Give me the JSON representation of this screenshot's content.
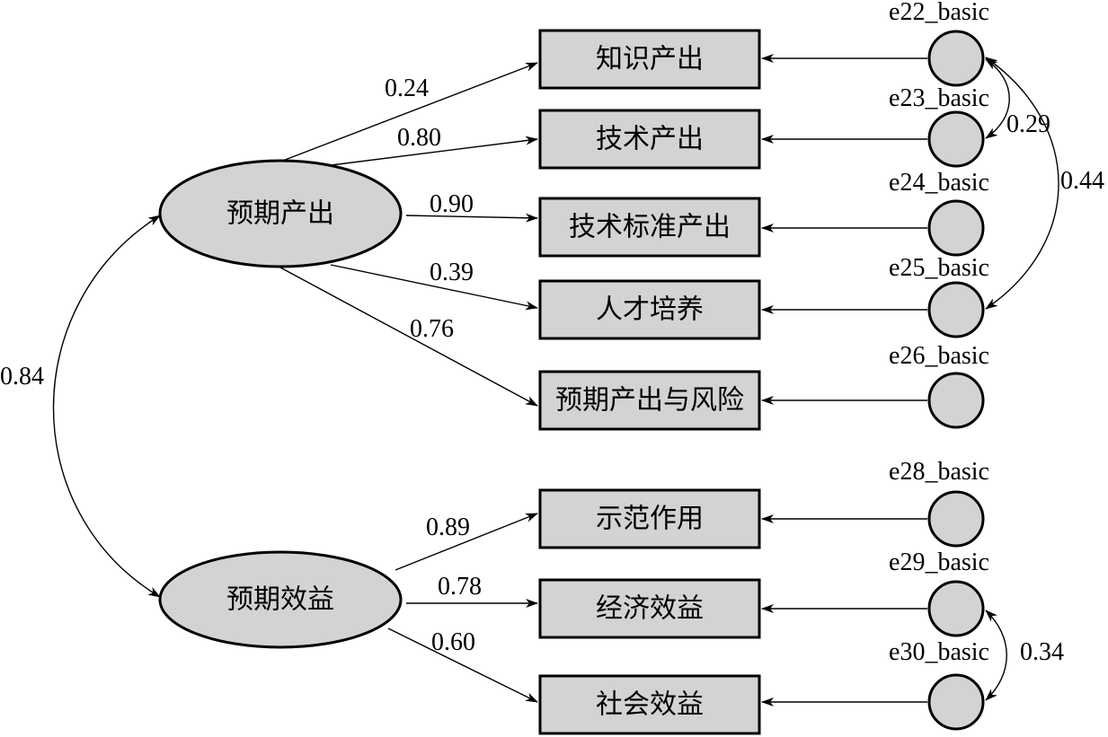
{
  "latent": {
    "expected_output": "预期产出",
    "expected_benefit": "预期效益"
  },
  "indicators": {
    "knowledge_output": "知识产出",
    "tech_output": "技术产出",
    "tech_standard_output": "技术标准产出",
    "talent_training": "人才培养",
    "output_risk": "预期产出与风险",
    "demonstration": "示范作用",
    "economic_benefit": "经济效益",
    "social_benefit": "社会效益"
  },
  "errors": {
    "e22": "e22_basic",
    "e23": "e23_basic",
    "e24": "e24_basic",
    "e25": "e25_basic",
    "e26": "e26_basic",
    "e28": "e28_basic",
    "e29": "e29_basic",
    "e30": "e30_basic"
  },
  "loadings": {
    "knowledge_output": "0.24",
    "tech_output": "0.80",
    "tech_standard_output": "0.90",
    "talent_training": "0.39",
    "output_risk": "0.76",
    "demonstration": "0.89",
    "economic_benefit": "0.78",
    "social_benefit": "0.60"
  },
  "correlations": {
    "latent": "0.84",
    "e22_e23": "0.29",
    "e22_e25": "0.44",
    "e29_e30": "0.34"
  }
}
